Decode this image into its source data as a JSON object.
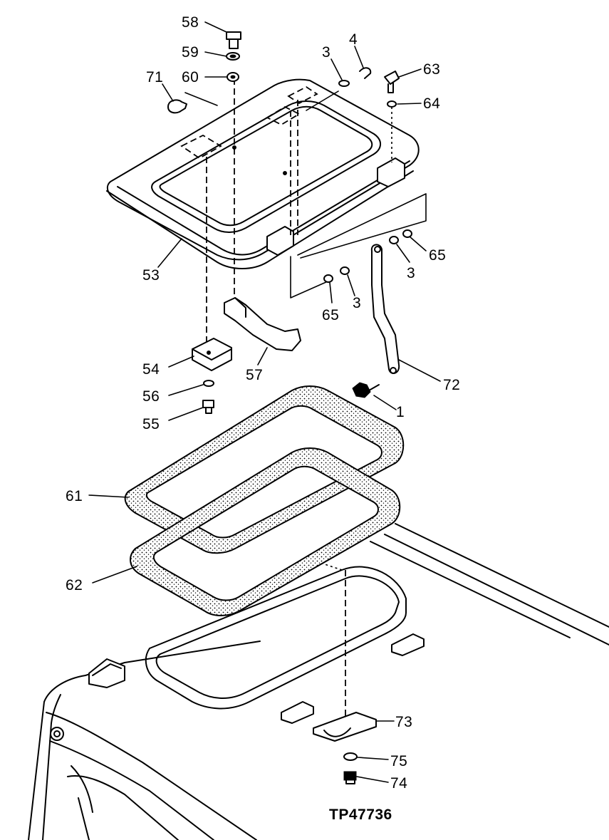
{
  "figure_id": "TP47736",
  "callouts": [
    {
      "id": "c58",
      "text": "58"
    },
    {
      "id": "c59",
      "text": "59"
    },
    {
      "id": "c60",
      "text": "60"
    },
    {
      "id": "c71",
      "text": "71"
    },
    {
      "id": "c3a",
      "text": "3"
    },
    {
      "id": "c4",
      "text": "4"
    },
    {
      "id": "c63",
      "text": "63"
    },
    {
      "id": "c64",
      "text": "64"
    },
    {
      "id": "c53",
      "text": "53"
    },
    {
      "id": "c65a",
      "text": "65"
    },
    {
      "id": "c3b",
      "text": "3"
    },
    {
      "id": "c3c",
      "text": "3"
    },
    {
      "id": "c65b",
      "text": "65"
    },
    {
      "id": "c54",
      "text": "54"
    },
    {
      "id": "c57",
      "text": "57"
    },
    {
      "id": "c72",
      "text": "72"
    },
    {
      "id": "c56",
      "text": "56"
    },
    {
      "id": "c1",
      "text": "1"
    },
    {
      "id": "c55",
      "text": "55"
    },
    {
      "id": "c61",
      "text": "61"
    },
    {
      "id": "c62",
      "text": "62"
    },
    {
      "id": "c73",
      "text": "73"
    },
    {
      "id": "c75",
      "text": "75"
    },
    {
      "id": "c74",
      "text": "74"
    }
  ]
}
